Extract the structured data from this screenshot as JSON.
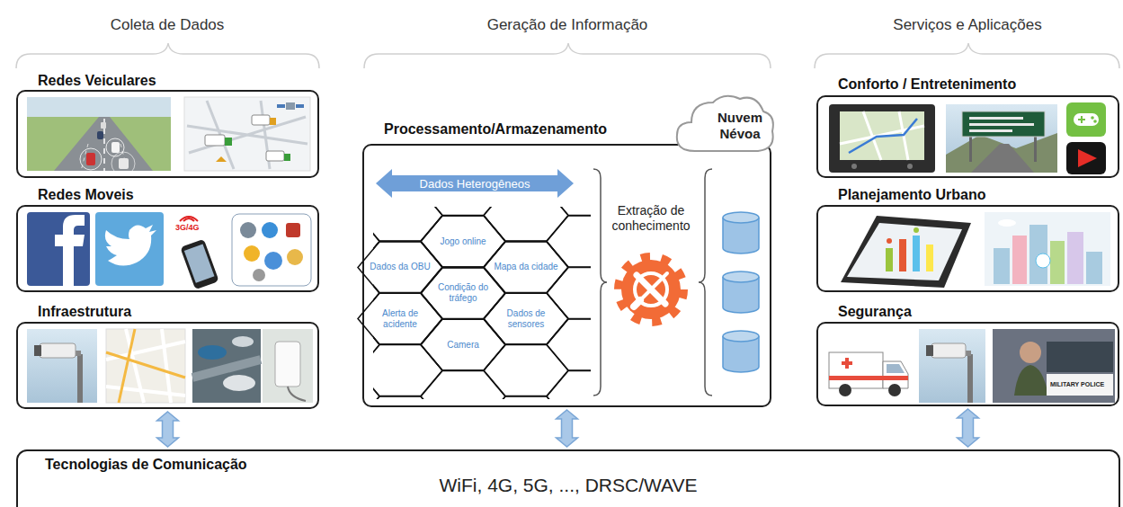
{
  "diagram": {
    "nodes": [
      {
        "text": [
          "Redes Veiculares"
        ]
      },
      {
        "text": [
          "Redes Moveis"
        ]
      },
      {
        "text": [
          "Infraestrutura"
        ]
      },
      {
        "text": [
          "Processamento/Armazenamento"
        ]
      },
      {
        "text": [
          "Nuvem Névoa"
        ],
        "in": 3
      },
      {
        "text": [
          "Dados Heterogêneos"
        ],
        "in": 3
      },
      {
        "text": [
          "Jogo online"
        ],
        "in": 3
      },
      {
        "text": [
          "Dados da OBU"
        ],
        "in": 3
      },
      {
        "text": [
          "Mapa da cidade"
        ],
        "in": 3
      },
      {
        "text": [
          "Condição do tráfego"
        ],
        "in": 3
      },
      {
        "text": [
          "Alerta de acidente"
        ],
        "in": 3
      },
      {
        "text": [
          "Dados de sensores"
        ],
        "in": 3
      },
      {
        "text": [
          "Camera"
        ],
        "in": 3
      },
      {
        "text": [
          "Conforto / Entretenimento"
        ]
      },
      {
        "text": [
          "Planejamento Urbano"
        ]
      },
      {
        "text": [
          "Segurança"
        ]
      },
      {
        "text": [
          "Tecnologias de Comunicação",
          "WiFi, 4G, 5G, ..., DRSC/WAVE"
        ]
      }
    ],
    "edges": [
      {
        "from": 2,
        "to": 16,
        "arrow": "both"
      },
      {
        "from": 3,
        "to": 16,
        "arrow": "both"
      },
      {
        "from": 15,
        "to": 16,
        "arrow": "both"
      }
    ],
    "labels": [
      "Coleta de Dados",
      "Geração de Informação",
      "Serviços e Aplicações",
      "Extração de conhecimento",
      "3G/4G",
      "MILITARY POLICE"
    ]
  }
}
